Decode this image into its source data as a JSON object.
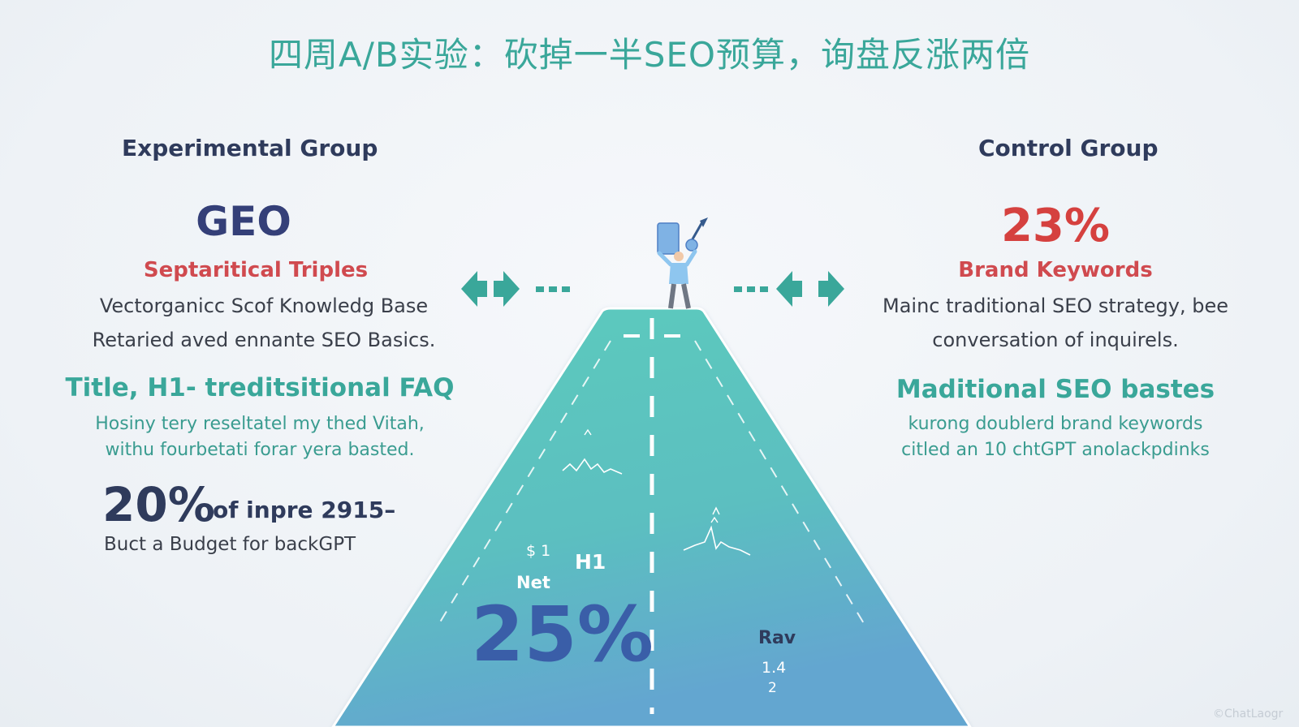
{
  "title": "四周A/B实验：砍掉一半SEO预算，询盘反涨两倍",
  "experimental": {
    "heading": "Experimental Group",
    "big_label": "GEO",
    "subhead": "Septaritical Triples",
    "line1": "Vectorganicc Scof Knowledg Base",
    "line2": "Retaried aved ennante SEO Basics.",
    "teal_head": "Title, H1- treditsitional FAQ",
    "teal_line1": "Hosiny tery reseltatel my thed Vitah,",
    "teal_line2": "withu fourbetati forar yera basted.",
    "pct": "20%",
    "pct_note": "of inpre 2915–",
    "budget": "Buct a Budget for backGPT"
  },
  "control": {
    "heading": "Control Group",
    "big_label": "23%",
    "subhead": "Brand Keywords",
    "line1": "Mainc traditional SEO strategy, bee",
    "line2": "conversation of inquirels.",
    "teal_head": "Maditional SEO bastes",
    "teal_line1": "kurong doublerd brand keywords",
    "teal_line2": "citled an 10 chtGPT anolackpdinks"
  },
  "mountain": {
    "dollar": "$ 1",
    "h1": "H1",
    "net": "Net",
    "pct": "25%",
    "rav": "Rav",
    "val1": "1.4",
    "val2": "2"
  },
  "watermark": "©ChatLaogr",
  "colors": {
    "teal": "#3aa79a",
    "navy": "#2f3b5c",
    "red": "#d5413f",
    "mountain_top": "#56c4b8",
    "mountain_bottom": "#5fa8cf"
  },
  "icons": [
    "arrows-left-icon",
    "arrows-right-icon",
    "person-with-flag-icon",
    "sparkline-icon"
  ]
}
